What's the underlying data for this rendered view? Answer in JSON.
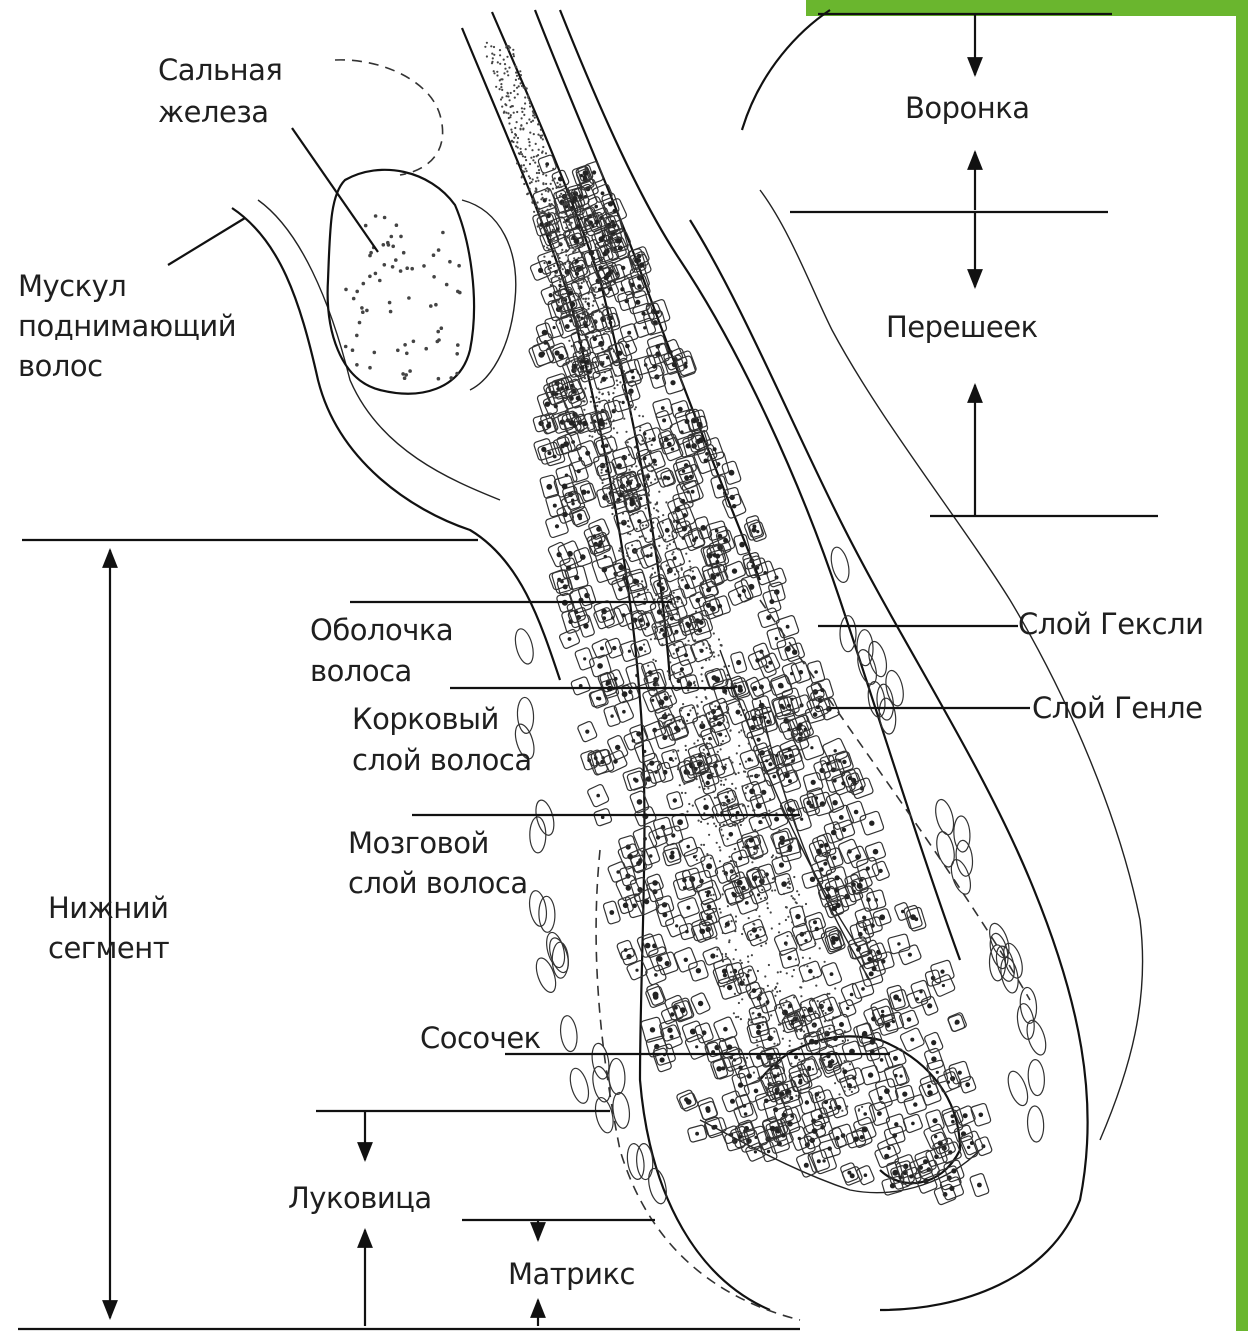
{
  "colors": {
    "accent": "#6ab62e",
    "ink": "#111111",
    "background": "#ffffff"
  },
  "labels": {
    "sebaceous_gland": [
      "Сальная",
      "железа"
    ],
    "muscle": [
      "Мускул",
      "поднимающий",
      "волос"
    ],
    "funnel": "Воронка",
    "isthmus": "Перешеек",
    "hair_sheath": [
      "Оболочка",
      "волоса"
    ],
    "huxley_layer": "Слой Гексли",
    "cortex": [
      "Корковый",
      "слой волоса"
    ],
    "henle_layer": "Слой Генле",
    "medulla": [
      "Мозговой",
      "слой волоса"
    ],
    "lower_segment": [
      "Нижний",
      "сегмент"
    ],
    "papilla": "Сосочек",
    "bulb": "Луковица",
    "matrix": "Матрикс"
  }
}
